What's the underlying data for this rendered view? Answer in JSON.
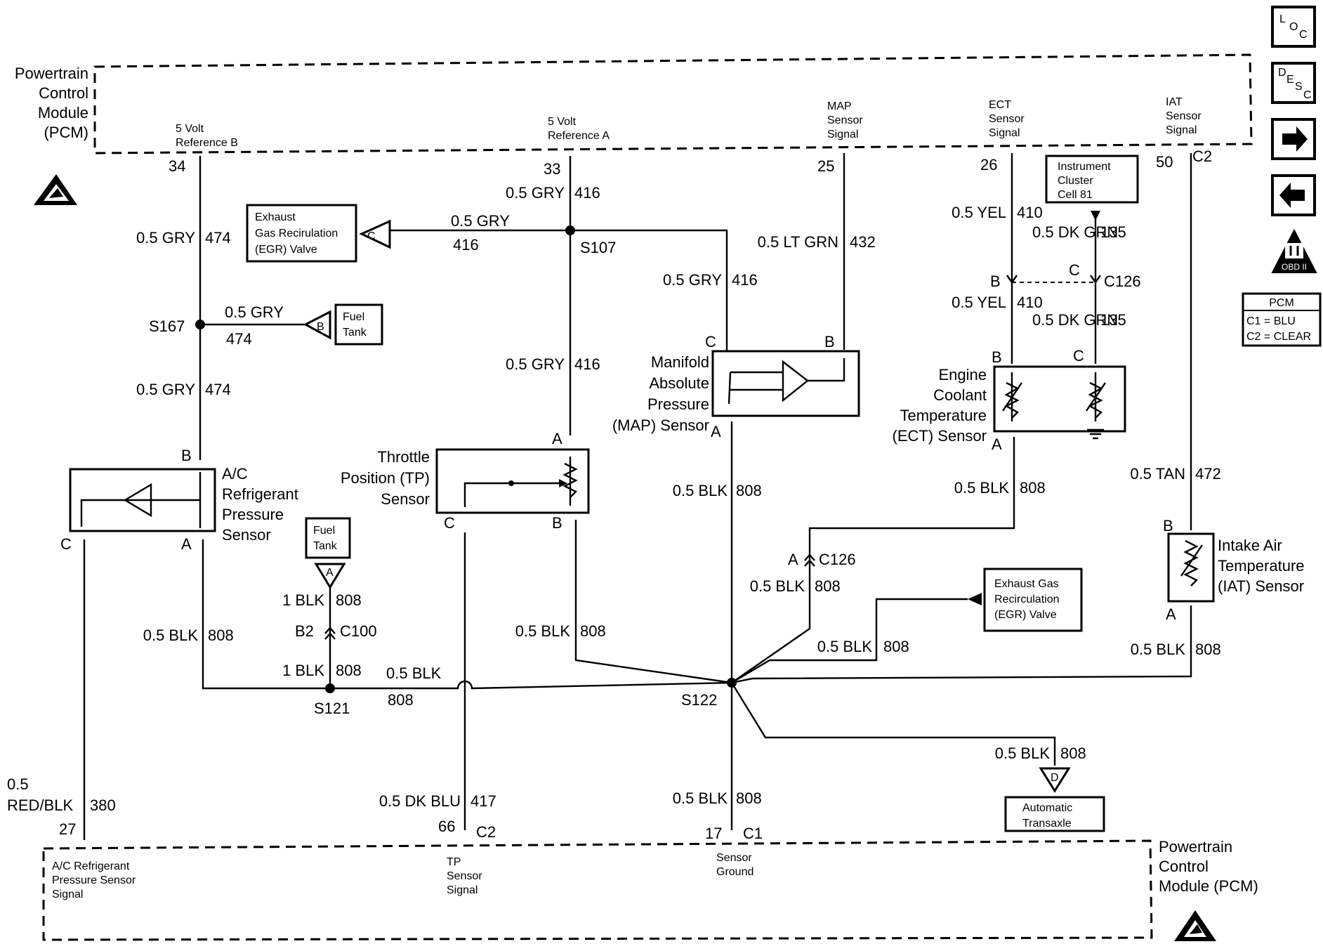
{
  "pcm_top": {
    "label": [
      "Powertrain",
      "Control",
      "Module",
      "(PCM)"
    ]
  },
  "pcm_bottom": {
    "label": [
      "Powertrain",
      "Control",
      "Module (PCM)"
    ]
  },
  "pins": {
    "ref_b": {
      "lines": [
        "5 Volt",
        "Reference B"
      ],
      "pin": "34"
    },
    "ref_a": {
      "lines": [
        "5 Volt",
        "Reference A"
      ],
      "pin": "33"
    },
    "map": {
      "lines": [
        "MAP",
        "Sensor",
        "Signal"
      ],
      "pin": "25"
    },
    "ect": {
      "lines": [
        "ECT",
        "Sensor",
        "Signal"
      ],
      "pin": "26"
    },
    "iat": {
      "lines": [
        "IAT",
        "Sensor",
        "Signal"
      ],
      "pin": "50",
      "conn": "C2"
    },
    "ac": {
      "lines": [
        "A/C Refrigerant",
        "Pressure Sensor",
        "Signal"
      ],
      "pin": "27"
    },
    "tp": {
      "lines": [
        "TP",
        "Sensor",
        "Signal"
      ],
      "pin": "66",
      "conn": "C2"
    },
    "gnd": {
      "lines": [
        "Sensor",
        "Ground"
      ],
      "pin": "17",
      "conn": "C1"
    }
  },
  "components": {
    "egr_top": [
      "Exhaust",
      "Gas Recirulation",
      "(EGR) Valve"
    ],
    "egr_top_pin": "C",
    "fuel_tank_1": [
      "Fuel",
      "Tank"
    ],
    "fuel_tank_1_pin": "B",
    "fuel_tank_2": [
      "Fuel",
      "Tank"
    ],
    "fuel_tank_2_pin": "A",
    "map_sensor": [
      "Manifold",
      "Absolute",
      "Pressure",
      "(MAP) Sensor"
    ],
    "ect_sensor": [
      "Engine",
      "Coolant",
      "Temperature",
      "(ECT) Sensor"
    ],
    "tp_sensor": [
      "Throttle",
      "Position (TP)",
      "Sensor"
    ],
    "ac_sensor": [
      "A/C",
      "Refrigerant",
      "Pressure",
      "Sensor"
    ],
    "iat_sensor": [
      "Intake Air",
      "Temperature",
      "(IAT) Sensor"
    ],
    "egr_bottom": [
      "Exhaust Gas",
      "Recirculation",
      "(EGR) Valve"
    ],
    "ipc": [
      "Instrument",
      "Cluster",
      "Cell 81"
    ],
    "trans": [
      "Automatic",
      "Transaxle"
    ],
    "trans_pin": "D"
  },
  "wires": {
    "w1": {
      "color": "0.5 GRY",
      "circuit": "474"
    },
    "w2": {
      "color": "0.5 GRY",
      "circuit": "474"
    },
    "w3": {
      "color": "0.5 GRY",
      "circuit": "474"
    },
    "w4": {
      "color": "0.5 GRY",
      "circuit": "416"
    },
    "w5": {
      "color": "0.5 GRY",
      "circuit": "416"
    },
    "w6": {
      "color": "0.5 GRY",
      "circuit": "416"
    },
    "w7": {
      "color": "0.5 GRY",
      "circuit": "416"
    },
    "w8": {
      "color": "0.5 LT GRN",
      "circuit": "432"
    },
    "w9": {
      "color": "0.5 YEL",
      "circuit": "410"
    },
    "w10": {
      "color": "0.5 YEL",
      "circuit": "410"
    },
    "w11": {
      "color": "0.5 DK GRN",
      "circuit": "135"
    },
    "w12": {
      "color": "0.5 DK GRN",
      "circuit": "135"
    },
    "w13": {
      "color": "0.5 TAN",
      "circuit": "472"
    },
    "w14": {
      "color": "0.5 BLK",
      "circuit": "808"
    },
    "w15": {
      "color": "0.5 BLK",
      "circuit": "808"
    },
    "w16": {
      "color": "0.5 BLK",
      "circuit": "808"
    },
    "w17": {
      "color": "0.5 BLK",
      "circuit": "808"
    },
    "w18": {
      "color": "0.5 BLK",
      "circuit": "808"
    },
    "w19": {
      "color": "0.5 BLK",
      "circuit": "808"
    },
    "w20": {
      "color": "0.5 BLK",
      "circuit": "808"
    },
    "w21": {
      "color": "0.5 BLK",
      "circuit": "808"
    },
    "w22": {
      "color": "0.5 BLK",
      "circuit": "808"
    },
    "w23": {
      "color": "0.5 BLK",
      "circuit": "808"
    },
    "w24": {
      "color": "1 BLK",
      "circuit": "808"
    },
    "w25": {
      "color": "1 BLK",
      "circuit": "808"
    },
    "w26": {
      "color": "0.5 DK BLU",
      "circuit": "417"
    },
    "w27": {
      "color": [
        "0.5",
        "RED/BLK"
      ],
      "circuit": "380"
    }
  },
  "splices": {
    "s167": "S167",
    "s107": "S107",
    "s121": "S121",
    "s122": "S122"
  },
  "connectors": {
    "c126_top": "C126",
    "c126_top_b": "B",
    "c126_top_c": "C",
    "c126_mid": "C126",
    "c126_mid_a": "A",
    "c100": "C100",
    "c100_pin": "B2"
  },
  "pin_letters": {
    "map_c": "C",
    "map_b": "B",
    "map_a": "A",
    "ect_b": "B",
    "ect_c": "C",
    "ect_a": "A",
    "tp_a": "A",
    "tp_b": "B",
    "tp_c": "C",
    "ac_b": "B",
    "ac_a": "A",
    "ac_c": "C",
    "iat_b": "B",
    "iat_a": "A"
  },
  "nav": {
    "loc": [
      "L",
      "O",
      "C"
    ],
    "desc": [
      "D",
      "E",
      "S",
      "C"
    ],
    "obd": "OBD II"
  },
  "legend": {
    "title": "PCM",
    "c1": "C1 = BLU",
    "c2": "C2 = CLEAR"
  }
}
